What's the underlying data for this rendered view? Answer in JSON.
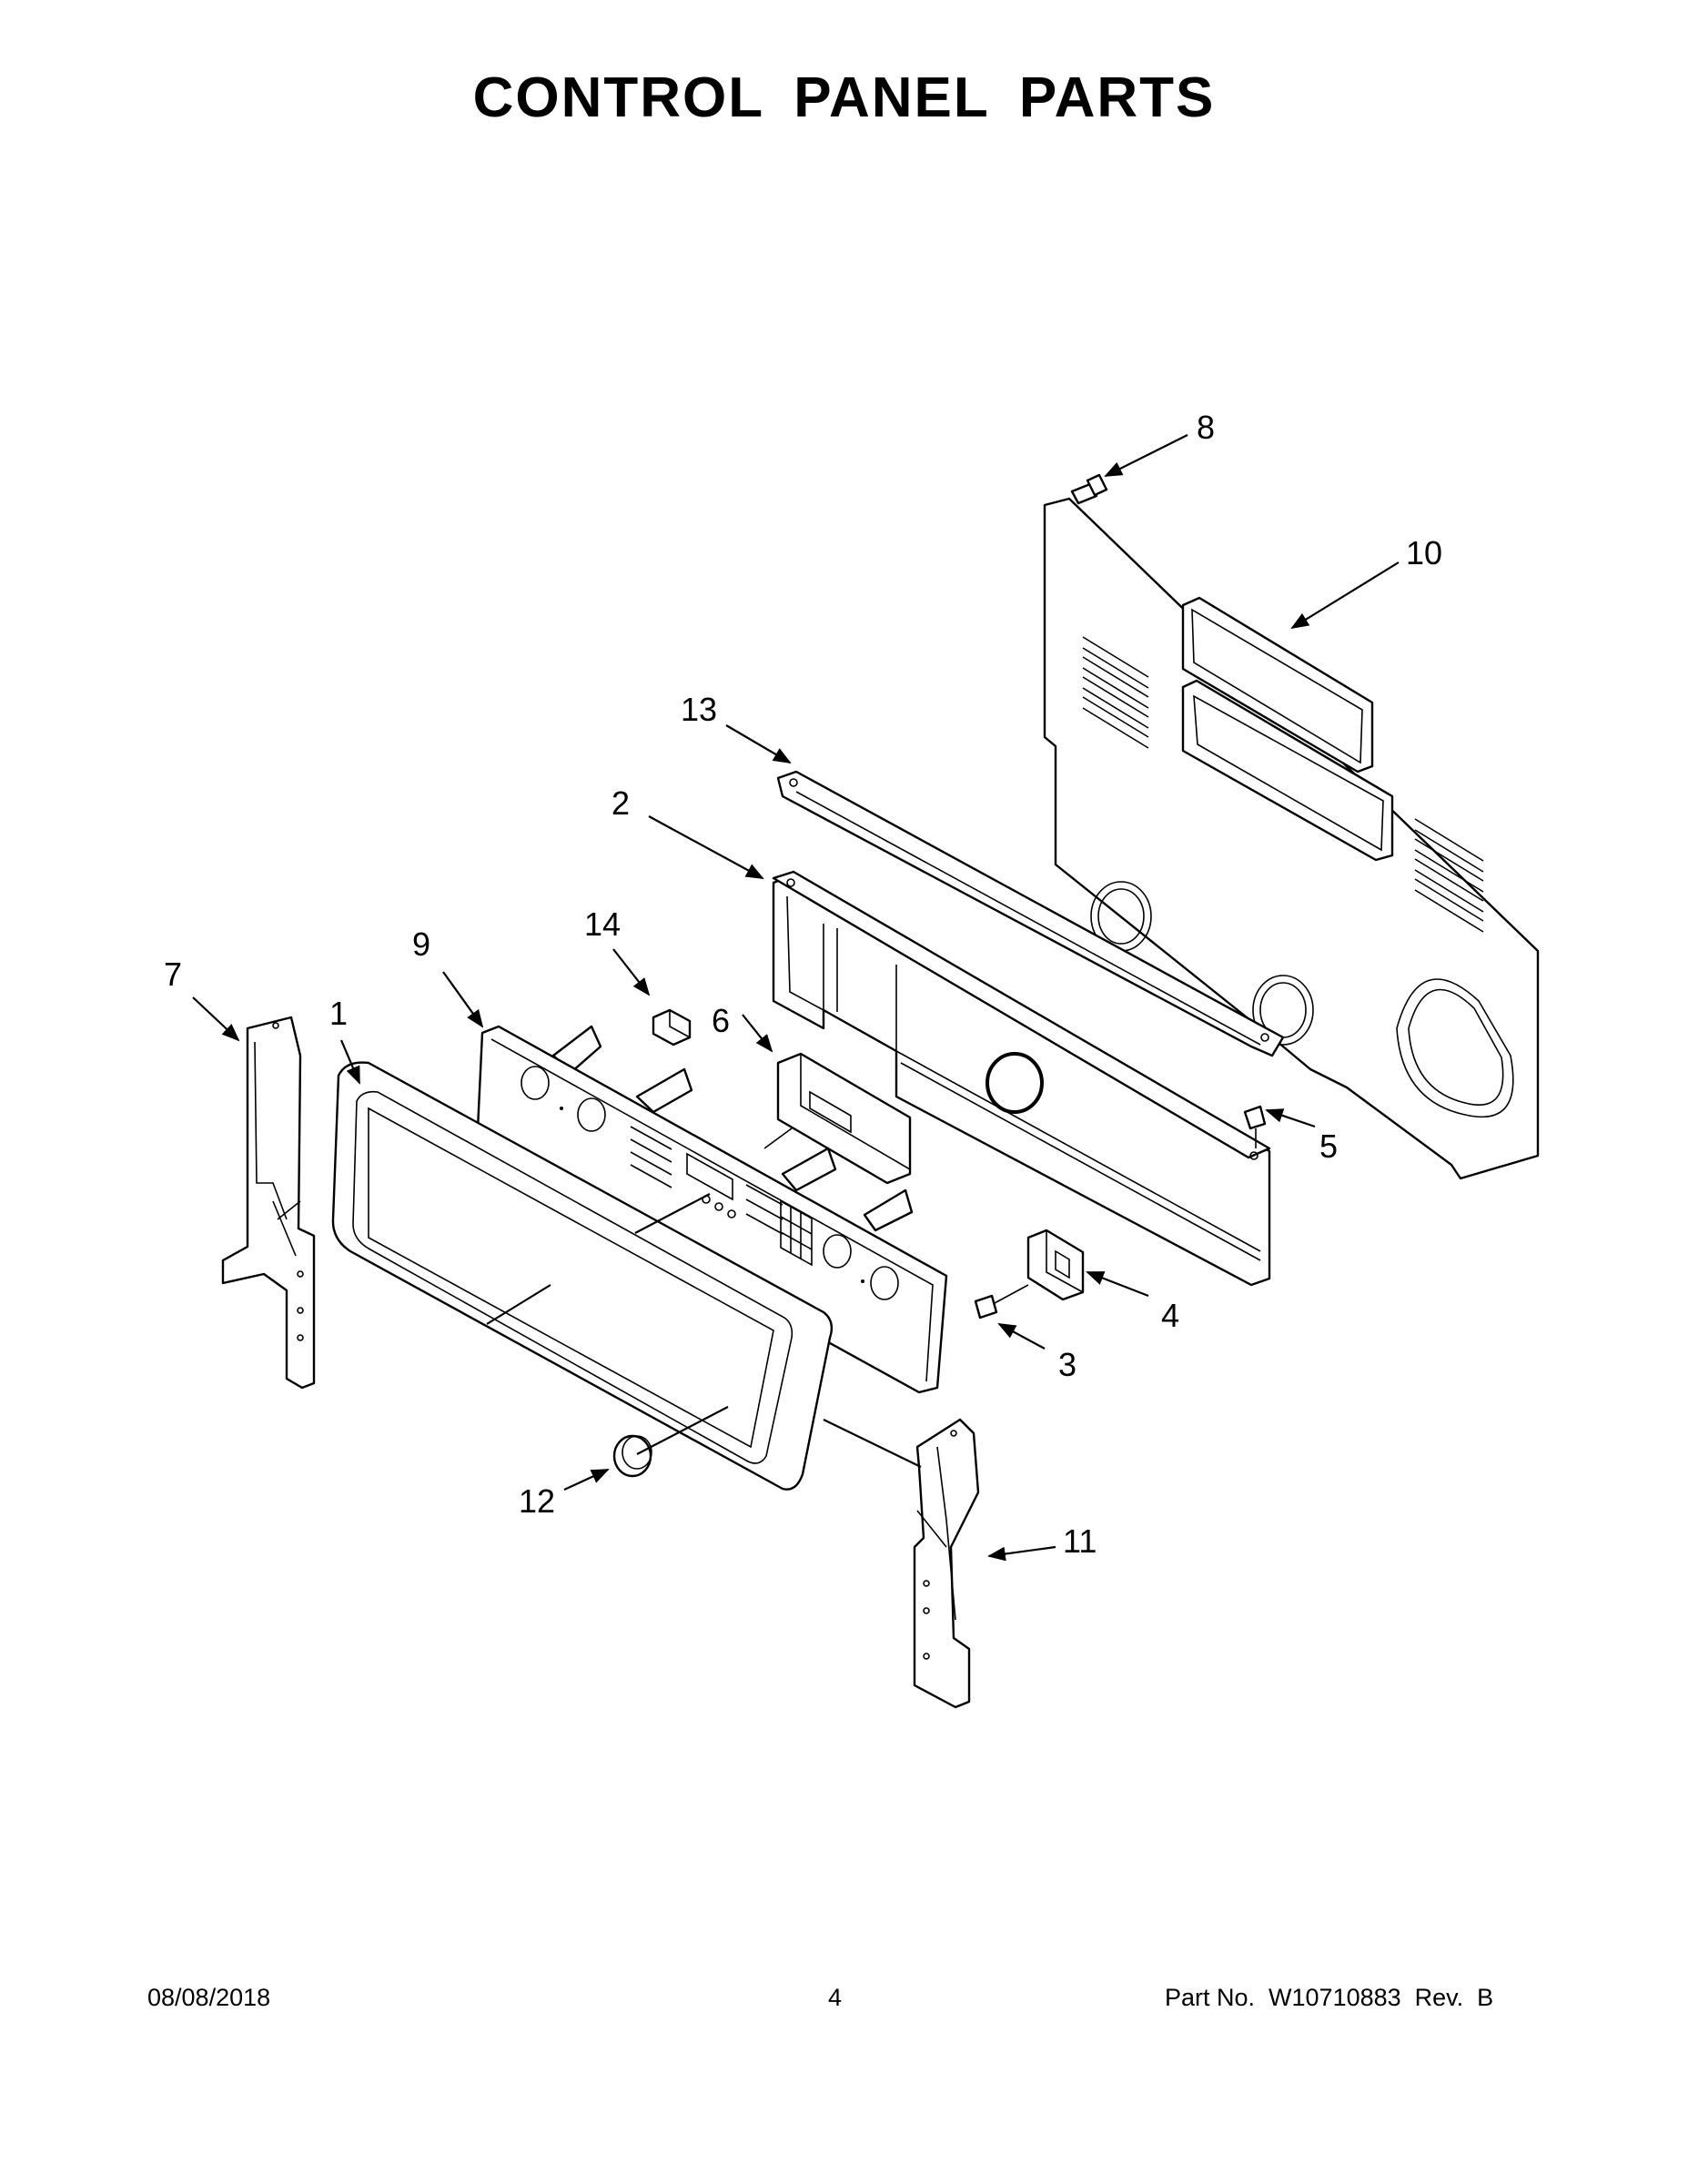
{
  "title": "CONTROL PANEL PARTS",
  "callouts": [
    "1",
    "2",
    "3",
    "4",
    "5",
    "6",
    "7",
    "8",
    "9",
    "10",
    "11",
    "12",
    "13",
    "14"
  ],
  "footer": {
    "date": "08/08/2018",
    "page": "4",
    "part_no": "Part No.  W10710883  Rev.  B"
  }
}
